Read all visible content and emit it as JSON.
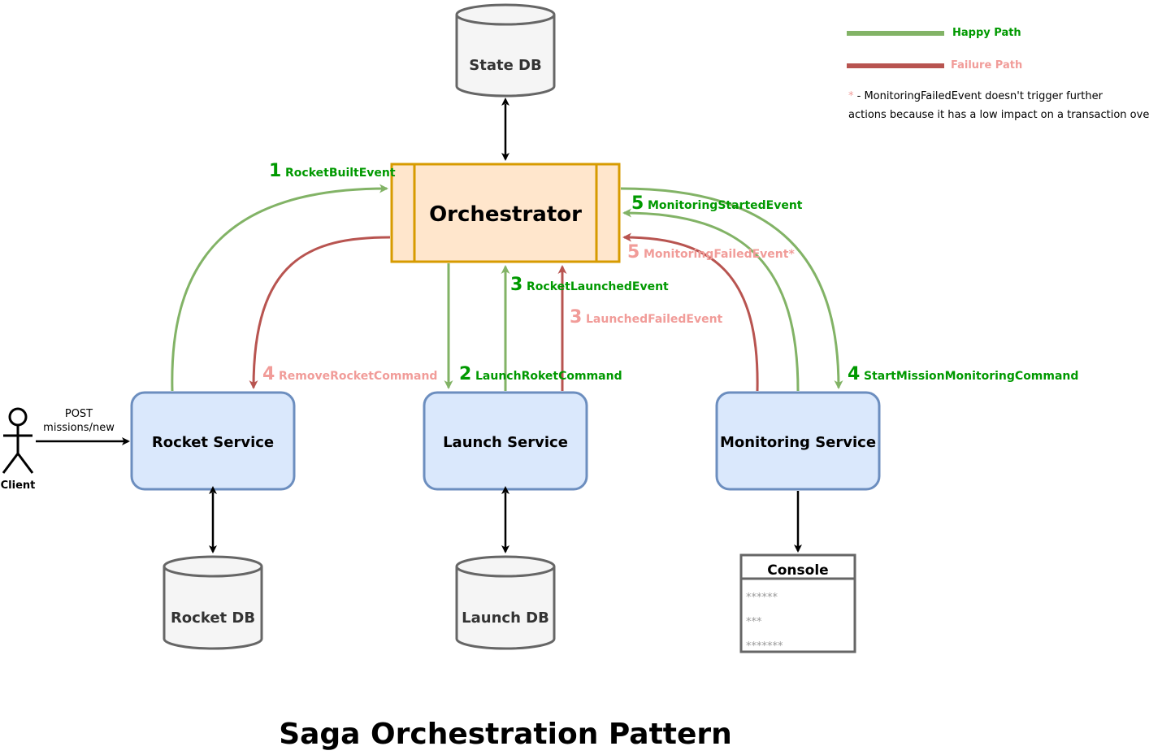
{
  "title": "Saga Orchestration Pattern",
  "colors": {
    "happy": "#82b366",
    "failure": "#b85450",
    "happy_text": "#009900",
    "failure_text": "#f19c99",
    "service_fill": "#dae8fc",
    "service_stroke": "#6c8ebf",
    "orchestrator_fill": "#ffe6cc",
    "orchestrator_stroke": "#d79b00",
    "db_fill": "#f5f5f5",
    "db_stroke": "#666666"
  },
  "legend": {
    "happy_label": "Happy Path",
    "failure_label": "Failure Path",
    "note_star": "*",
    "note_line1": " - MonitoringFailedEvent doesn't trigger further",
    "note_line2": "actions because it has a low impact on a transaction overall"
  },
  "nodes": {
    "state_db": "State DB",
    "orchestrator": "Orchestrator",
    "rocket_service": "Rocket Service",
    "launch_service": "Launch Service",
    "monitoring_service": "Monitoring Service",
    "rocket_db": "Rocket DB",
    "launch_db": "Launch DB",
    "console": {
      "title": "Console",
      "lines": [
        "******",
        "***",
        "*******"
      ]
    },
    "client": "Client"
  },
  "client_request": {
    "line1": "POST",
    "line2": "missions/new"
  },
  "edges": {
    "e1": {
      "num": "1",
      "label": "RocketBuiltEvent"
    },
    "e2": {
      "num": "2",
      "label": "LaunchRoketCommand"
    },
    "e3_ok": {
      "num": "3",
      "label": "RocketLaunchedEvent"
    },
    "e3_fail": {
      "num": "3",
      "label": "LaunchedFailedEvent"
    },
    "e4_fail": {
      "num": "4",
      "label": "RemoveRocketCommand"
    },
    "e4_ok": {
      "num": "4",
      "label": "StartMissionMonitoringCommand"
    },
    "e5_ok": {
      "num": "5",
      "label": "MonitoringStartedEvent"
    },
    "e5_fail": {
      "num": "5",
      "label": "MonitoringFailedEvent*"
    }
  }
}
